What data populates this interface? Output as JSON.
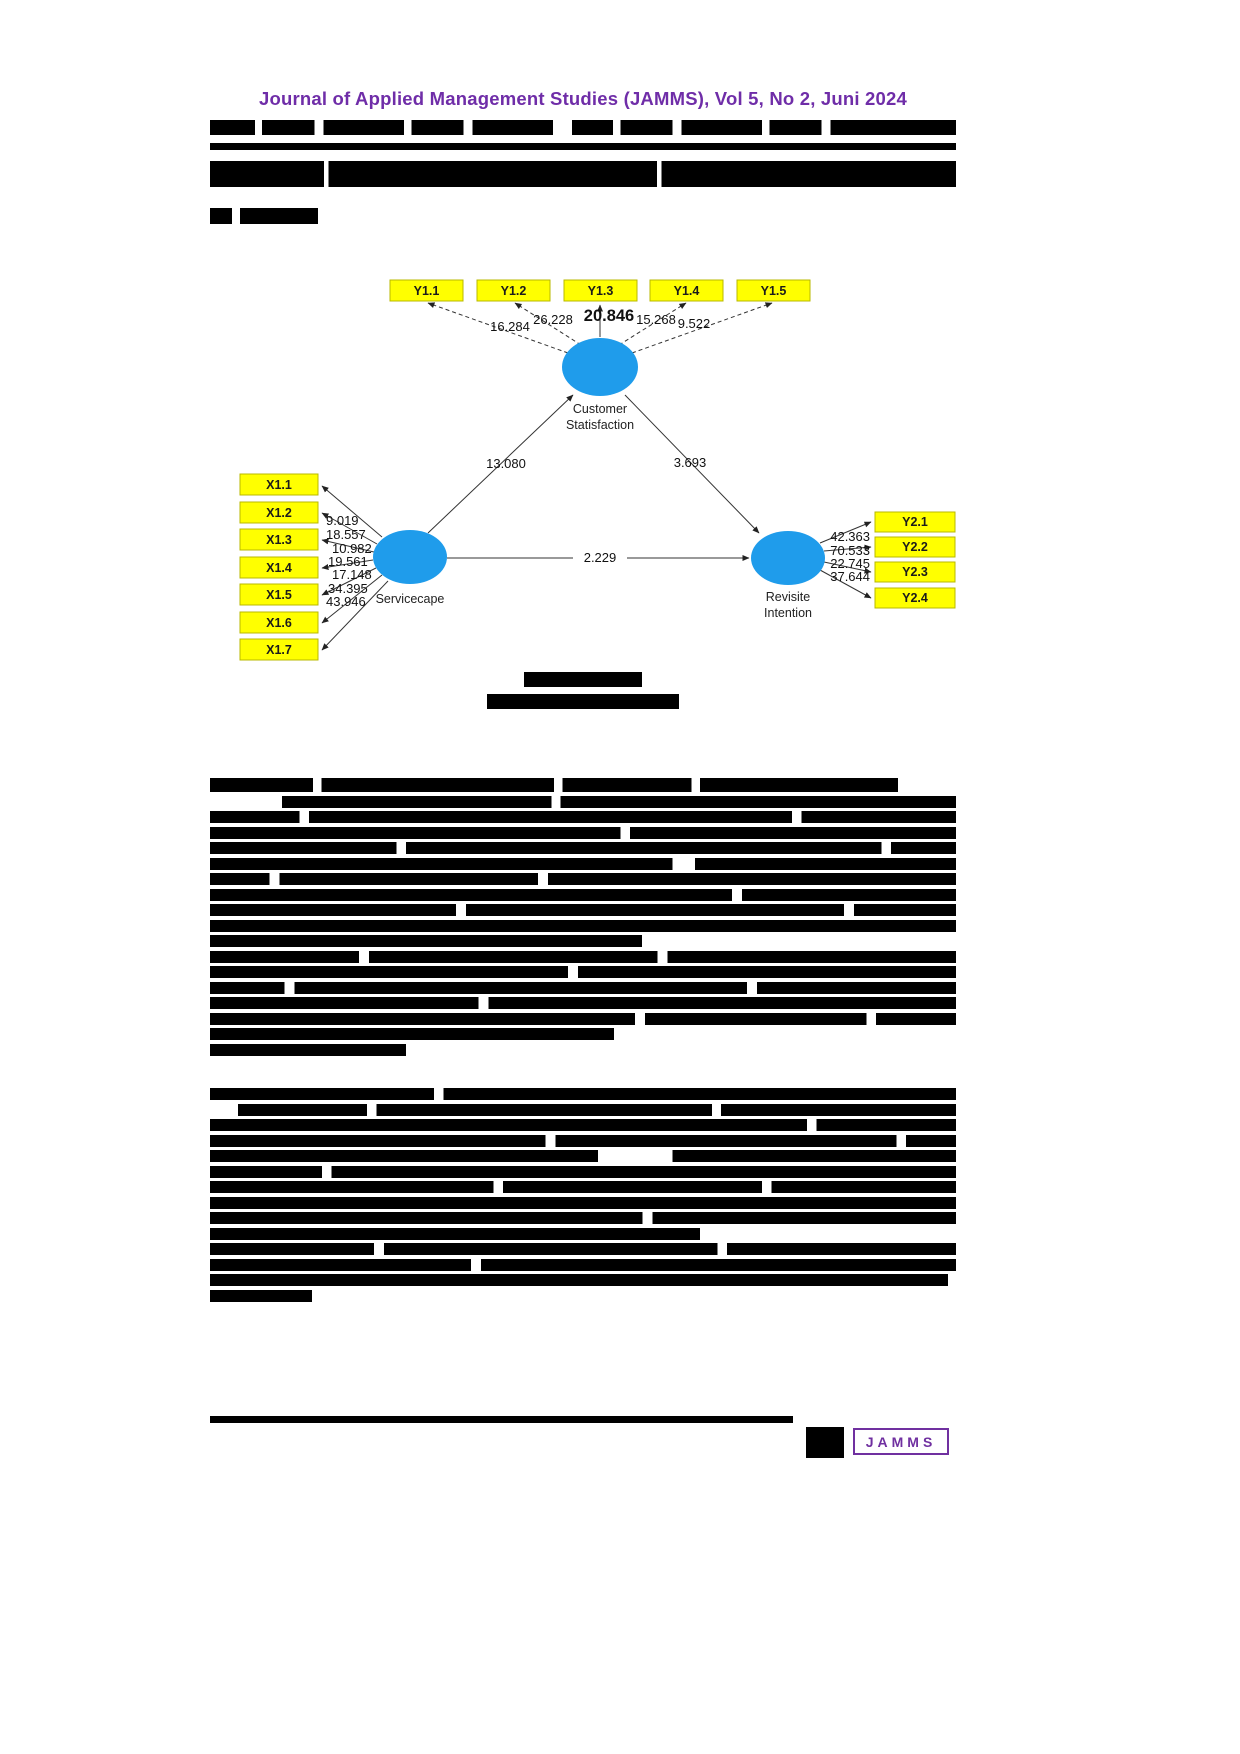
{
  "header": {
    "journal_line": "Journal of Applied Management Studies (JAMMS), Vol 5, No 2, Juni 2024"
  },
  "figure": {
    "y1_indicators": [
      {
        "label": "Y1.1",
        "value": "16.284"
      },
      {
        "label": "Y1.2",
        "value": "26.228"
      },
      {
        "label": "Y1.3",
        "value": "20.846"
      },
      {
        "label": "Y1.4",
        "value": "15.268"
      },
      {
        "label": "Y1.5",
        "value": "9.522"
      }
    ],
    "x_indicators": [
      {
        "label": "X1.1",
        "value": "9.019"
      },
      {
        "label": "X1.2",
        "value": "18.557"
      },
      {
        "label": "X1.3",
        "value": "10.982"
      },
      {
        "label": "X1.4",
        "value": "19.561"
      },
      {
        "label": "X1.5",
        "value": "17.148"
      },
      {
        "label": "X1.6",
        "value": "34.395"
      },
      {
        "label": "X1.7",
        "value": "43.946"
      }
    ],
    "y2_indicators": [
      {
        "label": "Y2.1",
        "value": "42.363"
      },
      {
        "label": "Y2.2",
        "value": "70.533"
      },
      {
        "label": "Y2.3",
        "value": "22.745"
      },
      {
        "label": "Y2.4",
        "value": "37.644"
      }
    ],
    "constructs": {
      "servicecape": "Servicecape",
      "customer_line1": "Customer",
      "customer_line2": "Statisfaction",
      "revisite_line1": "Revisite",
      "revisite_line2": "Intention"
    },
    "path_values": {
      "servicecape_to_customer": "13.080",
      "customer_to_revisite": "3.693",
      "servicecape_to_revisite": "2.229"
    },
    "colors": {
      "indicator_yellow": "#ffff00",
      "construct_blue": "#1f9ceb",
      "accent_purple": "#6f2da8"
    }
  },
  "footer": {
    "logo_text": "JAMMS"
  }
}
